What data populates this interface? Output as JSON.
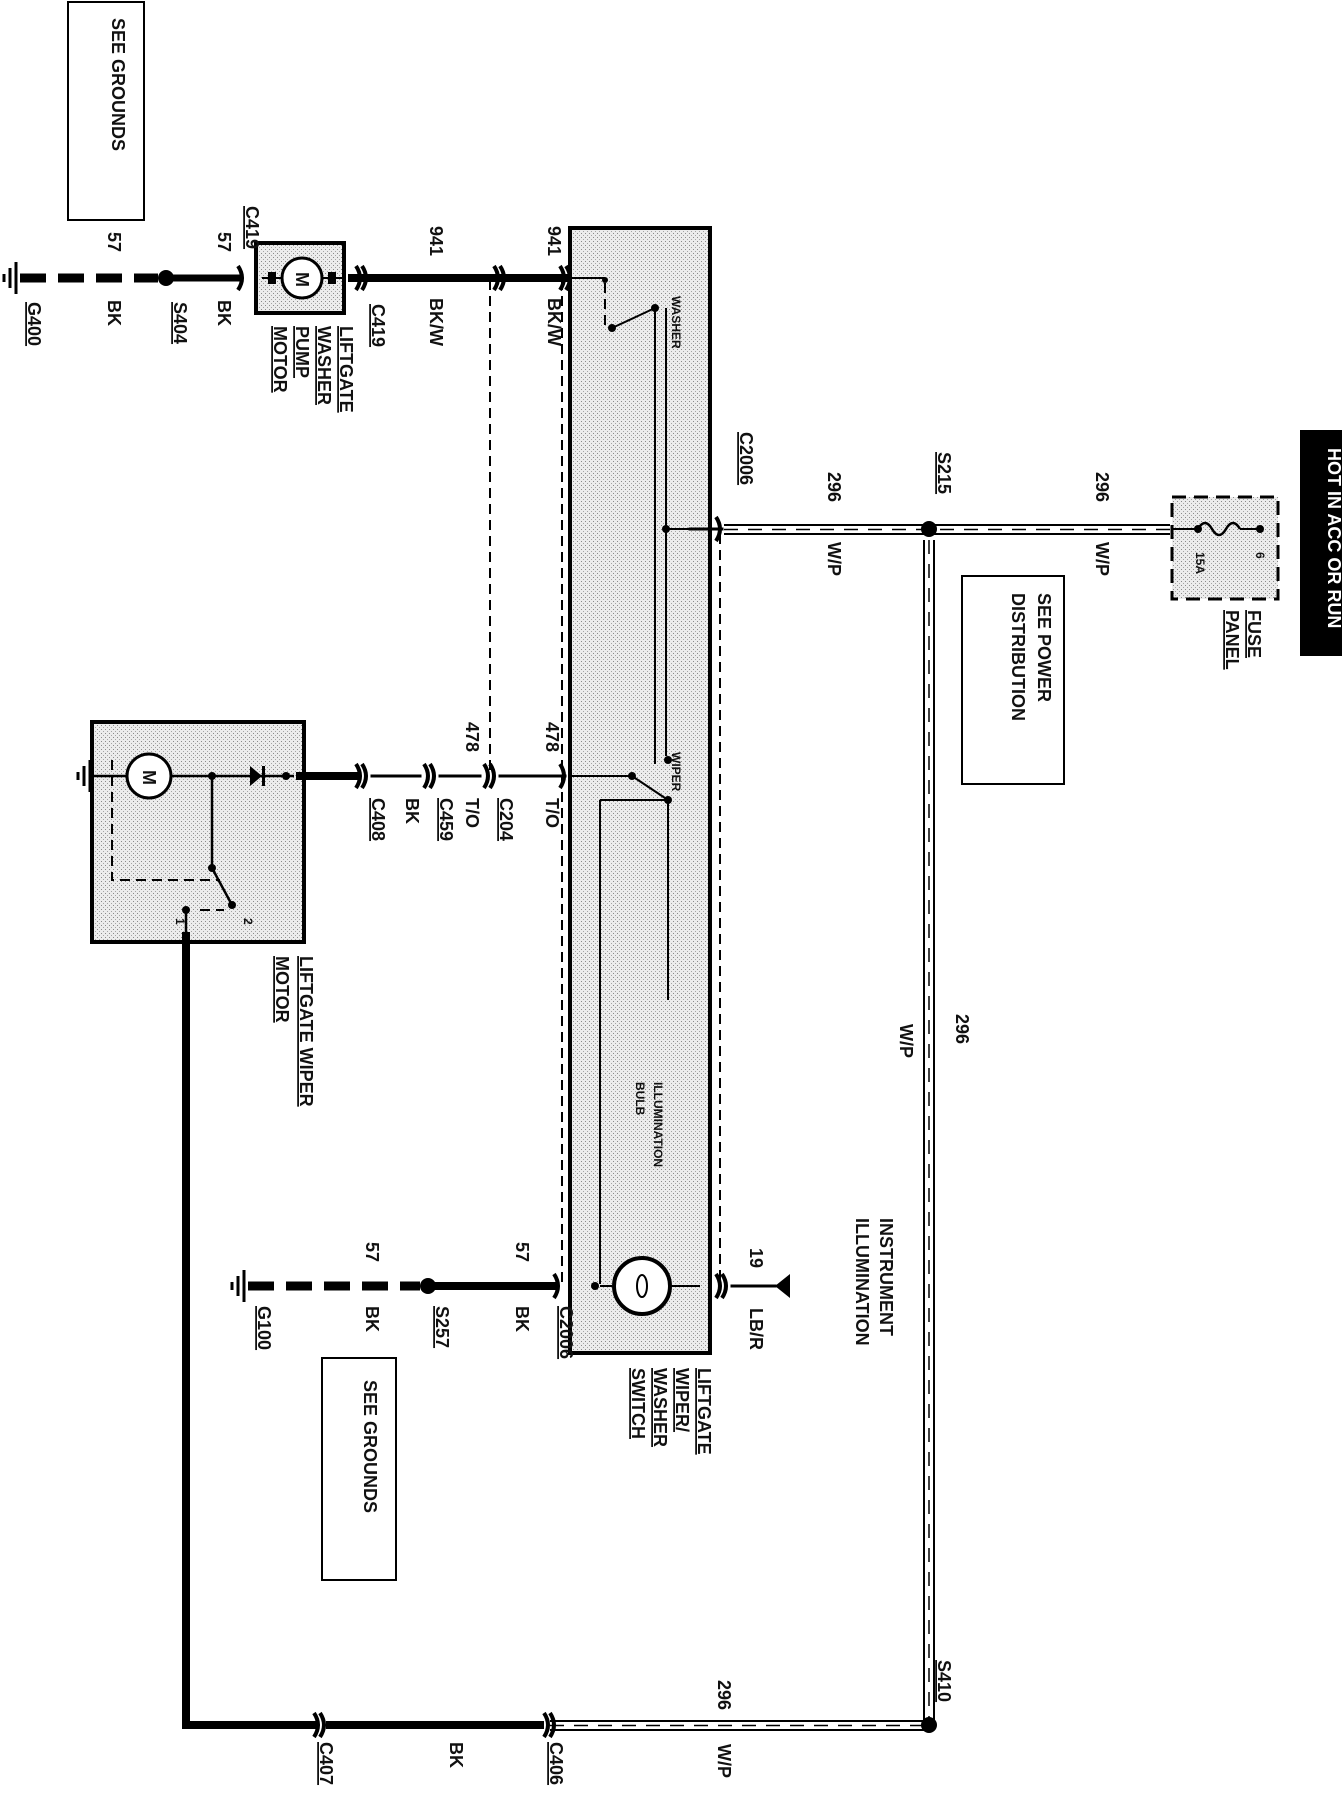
{
  "labels": {
    "see_grounds_top": "SEE GROUNDS",
    "see_grounds_bottom": "SEE GROUNDS",
    "see_power": [
      "SEE POWER",
      "DISTRIBUTION"
    ],
    "hot_in": "HOT IN ACC OR RUN",
    "fuse_panel": [
      "FUSE",
      "PANEL"
    ],
    "fuse_num": "6",
    "fuse_amp": "15A",
    "g400": "G400",
    "g100": "G100",
    "s404": "S404",
    "s215": "S215",
    "s257": "S257",
    "s410": "S410",
    "c419_top": "C419",
    "c419_bot": "C419",
    "c2006_top": "C2006",
    "c2006_bot": "C2006",
    "c204": "C204",
    "c459": "C459",
    "c408": "C408",
    "c406": "C406",
    "c407": "C407",
    "wire_57": "57",
    "wire_941": "941",
    "wire_296": "296",
    "wire_478": "478",
    "wire_19": "19",
    "color_bk": "BK",
    "color_bkw": "BK/W",
    "color_wp": "W/P",
    "color_to": "T/O",
    "color_lbr": "LB/R",
    "pump_motor": [
      "LIFTGATE",
      "WASHER",
      "PUMP",
      "MOTOR"
    ],
    "wiper_motor": [
      "LIFTGATE WIPER",
      "MOTOR"
    ],
    "switch_name": [
      "LIFTGATE",
      "WIPER/",
      "WASHER",
      "SWITCH"
    ],
    "washer": "WASHER",
    "wiper": "WIPER",
    "bulb": [
      "ILLUMINATION",
      "BULB"
    ],
    "instrument": [
      "INSTRUMENT",
      "ILLUMINATION"
    ],
    "motor_m": "M",
    "pin1": "1",
    "pin2": "2"
  }
}
